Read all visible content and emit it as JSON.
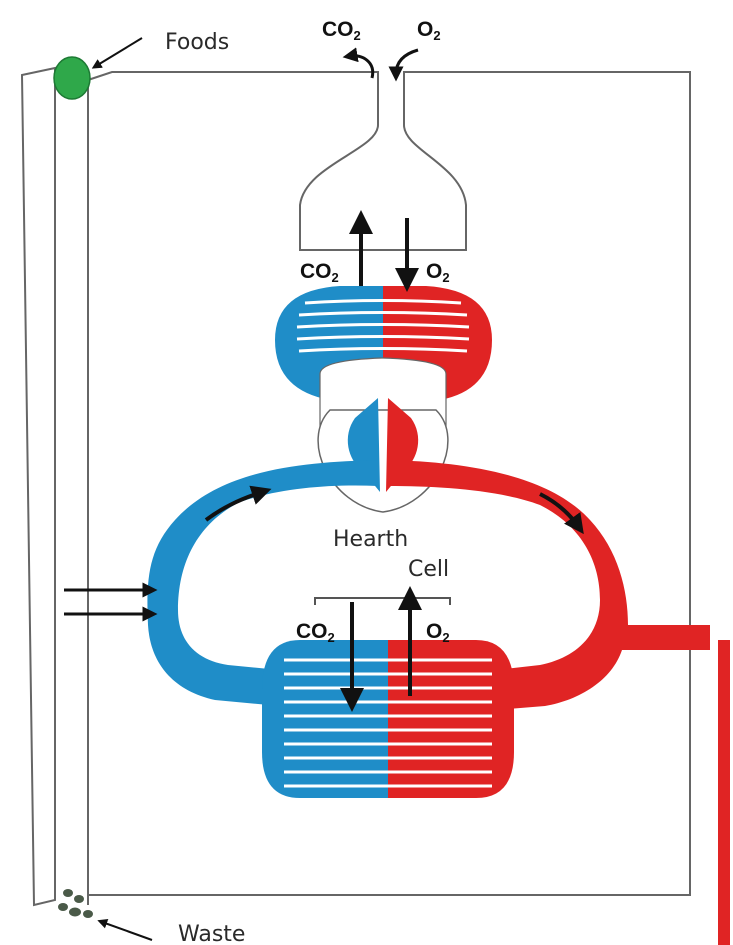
{
  "labels": {
    "foods": "Foods",
    "waste": "Waste",
    "heart": "Hearth",
    "cell": "Cell"
  },
  "gases": {
    "lung_top": {
      "co2": "CO",
      "co2_sub": "2",
      "o2": "O",
      "o2_sub": "2"
    },
    "lung_in": {
      "co2": "CO",
      "co2_sub": "2",
      "o2": "O",
      "o2_sub": "2"
    },
    "cell": {
      "co2": "CO",
      "co2_sub": "2",
      "o2": "O",
      "o2_sub": "2"
    }
  },
  "colors": {
    "deoxygenated_blood": "#1f8dc8",
    "oxygenated_blood": "#e02424",
    "food_particle": "#2fa84a",
    "waste_particle": "#4a5a48",
    "outline": "#666666",
    "arrow": "#111111"
  },
  "icons": {
    "food_particle": "green-oval",
    "waste_particles": "grey-pebbles"
  }
}
